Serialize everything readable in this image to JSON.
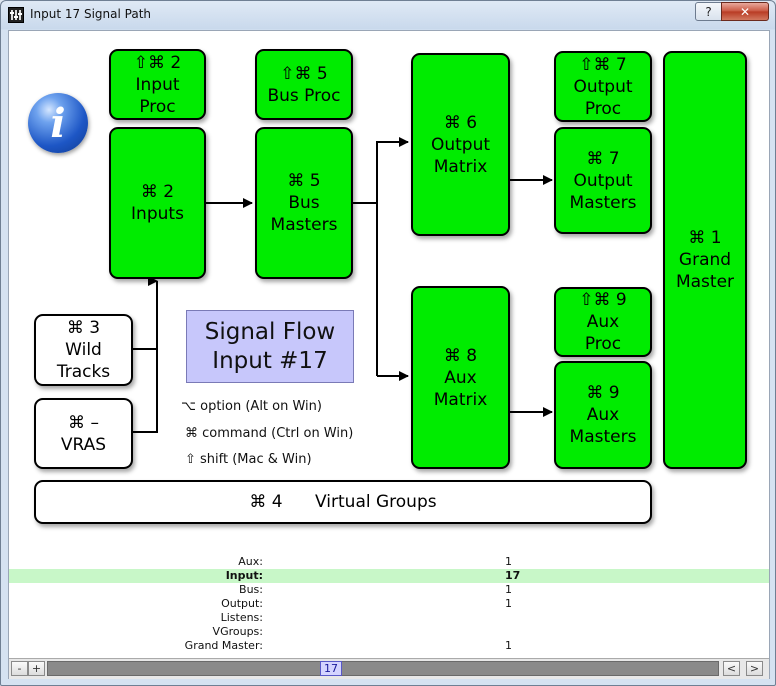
{
  "window": {
    "title": "Input 17 Signal Path",
    "help_label": "?",
    "close_label": "✕"
  },
  "info_icon": {
    "glyph": "i"
  },
  "boxes": {
    "input_proc": "⇧⌘ 2\nInput\nProc",
    "inputs": "⌘ 2\nInputs",
    "bus_proc": "⇧⌘ 5\nBus Proc",
    "bus_masters": "⌘ 5\nBus\nMasters",
    "output_matrix": "⌘ 6\nOutput\nMatrix",
    "output_proc": "⇧⌘ 7\nOutput\nProc",
    "output_masters": "⌘ 7\nOutput\nMasters",
    "grand_master": "⌘ 1\nGrand\nMaster",
    "aux_matrix": "⌘ 8\nAux\nMatrix",
    "aux_proc": "⇧⌘ 9\nAux\nProc",
    "aux_masters": "⌘ 9\nAux\nMasters",
    "wild_tracks": "⌘ 3\nWild\nTracks",
    "vras": "⌘ –\nVRAS",
    "virtual_groups": "⌘ 4      Virtual Groups"
  },
  "signal_flow": "Signal Flow\nInput #17",
  "legend": {
    "option": "⌥ option (Alt on Win)",
    "command": "⌘ command (Ctrl on Win)",
    "shift": "⇧ shift (Mac & Win)"
  },
  "status": [
    {
      "key": "Aux:",
      "value": "1"
    },
    {
      "key": "Input:",
      "value": "17"
    },
    {
      "key": "Bus:",
      "value": "1"
    },
    {
      "key": "Output:",
      "value": "1"
    },
    {
      "key": "Listens:",
      "value": ""
    },
    {
      "key": "VGroups:",
      "value": ""
    },
    {
      "key": "Grand Master:",
      "value": "1"
    }
  ],
  "scrollbar": {
    "minus": "-",
    "plus": "+",
    "thumb": "17",
    "left": "<",
    "right": ">"
  },
  "colors": {
    "box_green": "#00ec00",
    "signal_flow_bg": "#c7c7fb",
    "highlight_row": "#c8f7c8"
  }
}
